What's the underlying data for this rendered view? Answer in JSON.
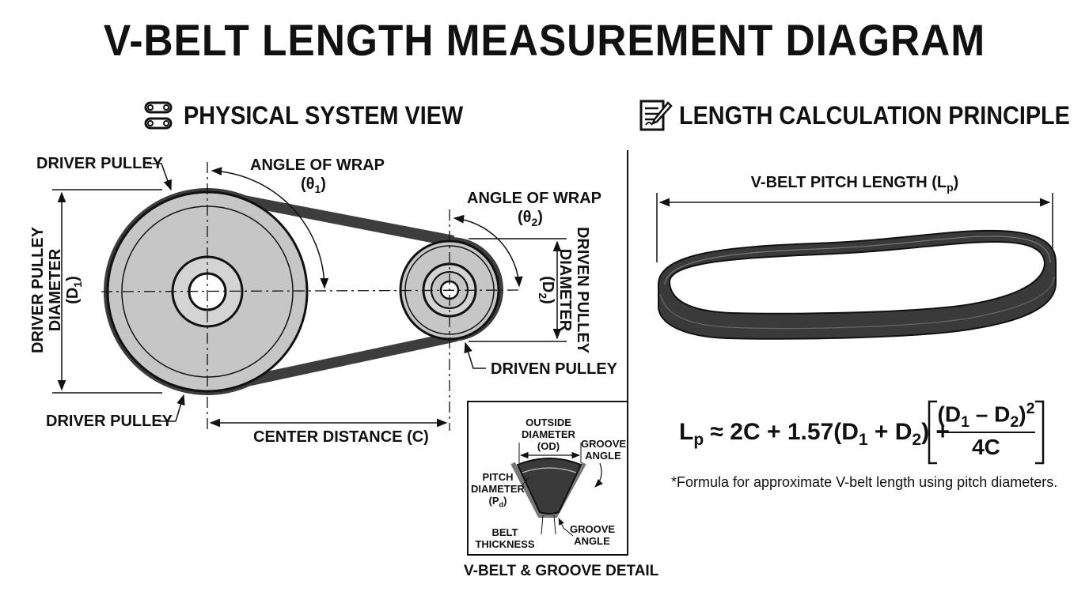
{
  "title": "V-BELT LENGTH MEASUREMENT DIAGRAM",
  "left_section": {
    "heading": "PHYSICAL SYSTEM VIEW",
    "icon": "chain-links-icon",
    "labels": {
      "driver_pulley_top": "DRIVER PULLEY",
      "driver_pulley_bottom": "DRIVER PULLEY",
      "angle_wrap_1": "ANGLE OF WRAP",
      "theta1_base": "(θ",
      "theta1_sub": "1",
      "theta1_end": ")",
      "angle_wrap_2": "ANGLE OF WRAP",
      "theta2_base": "(θ",
      "theta2_sub": "2",
      "theta2_end": ")",
      "driver_diameter_line1": "DRIVER PULLEY",
      "driver_diameter_line2": "DIAMETER",
      "driver_diameter_sym": "(D",
      "driver_diameter_sub": "1",
      "driver_diameter_end": ")",
      "driven_diameter_line1": "DRIVEN PULLEY",
      "driven_diameter_line2": "DIAMETER",
      "driven_diameter_sym": "(D",
      "driven_diameter_sub": "2",
      "driven_diameter_end": ")",
      "driven_pulley": "DRIVEN PULLEY",
      "center_distance": "CENTER DISTANCE (C)"
    }
  },
  "groove_detail": {
    "caption": "V-BELT & GROOVE DETAIL",
    "outside_diameter_1": "OUTSIDE",
    "outside_diameter_2": "DIAMETER",
    "outside_diameter_3": "(OD)",
    "groove_angle_top_1": "GROOVE",
    "groove_angle_top_2": "ANGLE",
    "pitch_diameter_1": "PITCH",
    "pitch_diameter_2": "DIAMETER",
    "pitch_diameter_sym": "(P",
    "pitch_diameter_sub": "d",
    "pitch_diameter_end": ")",
    "belt_thickness_1": "BELT",
    "belt_thickness_2": "THICKNESS",
    "groove_angle_bottom_1": "GROOVE",
    "groove_angle_bottom_2": "ANGLE"
  },
  "right_section": {
    "heading": "LENGTH CALCULATION PRINCIPLE",
    "icon": "document-pencil-icon",
    "pitch_length_label": "V-BELT PITCH LENGTH (L",
    "pitch_length_sub": "p",
    "pitch_length_end": ")",
    "formula": {
      "lhs": "L",
      "lhs_sub": "p",
      "part1": " ≈ 2C + 1.57(D",
      "sub1": "1",
      "part2": " + D",
      "sub2": "2",
      "part3": ") +",
      "num_a": "(D",
      "num_sub1": "1",
      "num_b": " – D",
      "num_sub2": "2",
      "num_c": ")",
      "num_sup": "2",
      "denominator": "4C"
    },
    "note": "*Formula for approximate V-belt length using pitch diameters."
  },
  "colors": {
    "pulley_fill": "#c9c9c9",
    "belt": "#3a3a3a",
    "line": "#111111"
  }
}
